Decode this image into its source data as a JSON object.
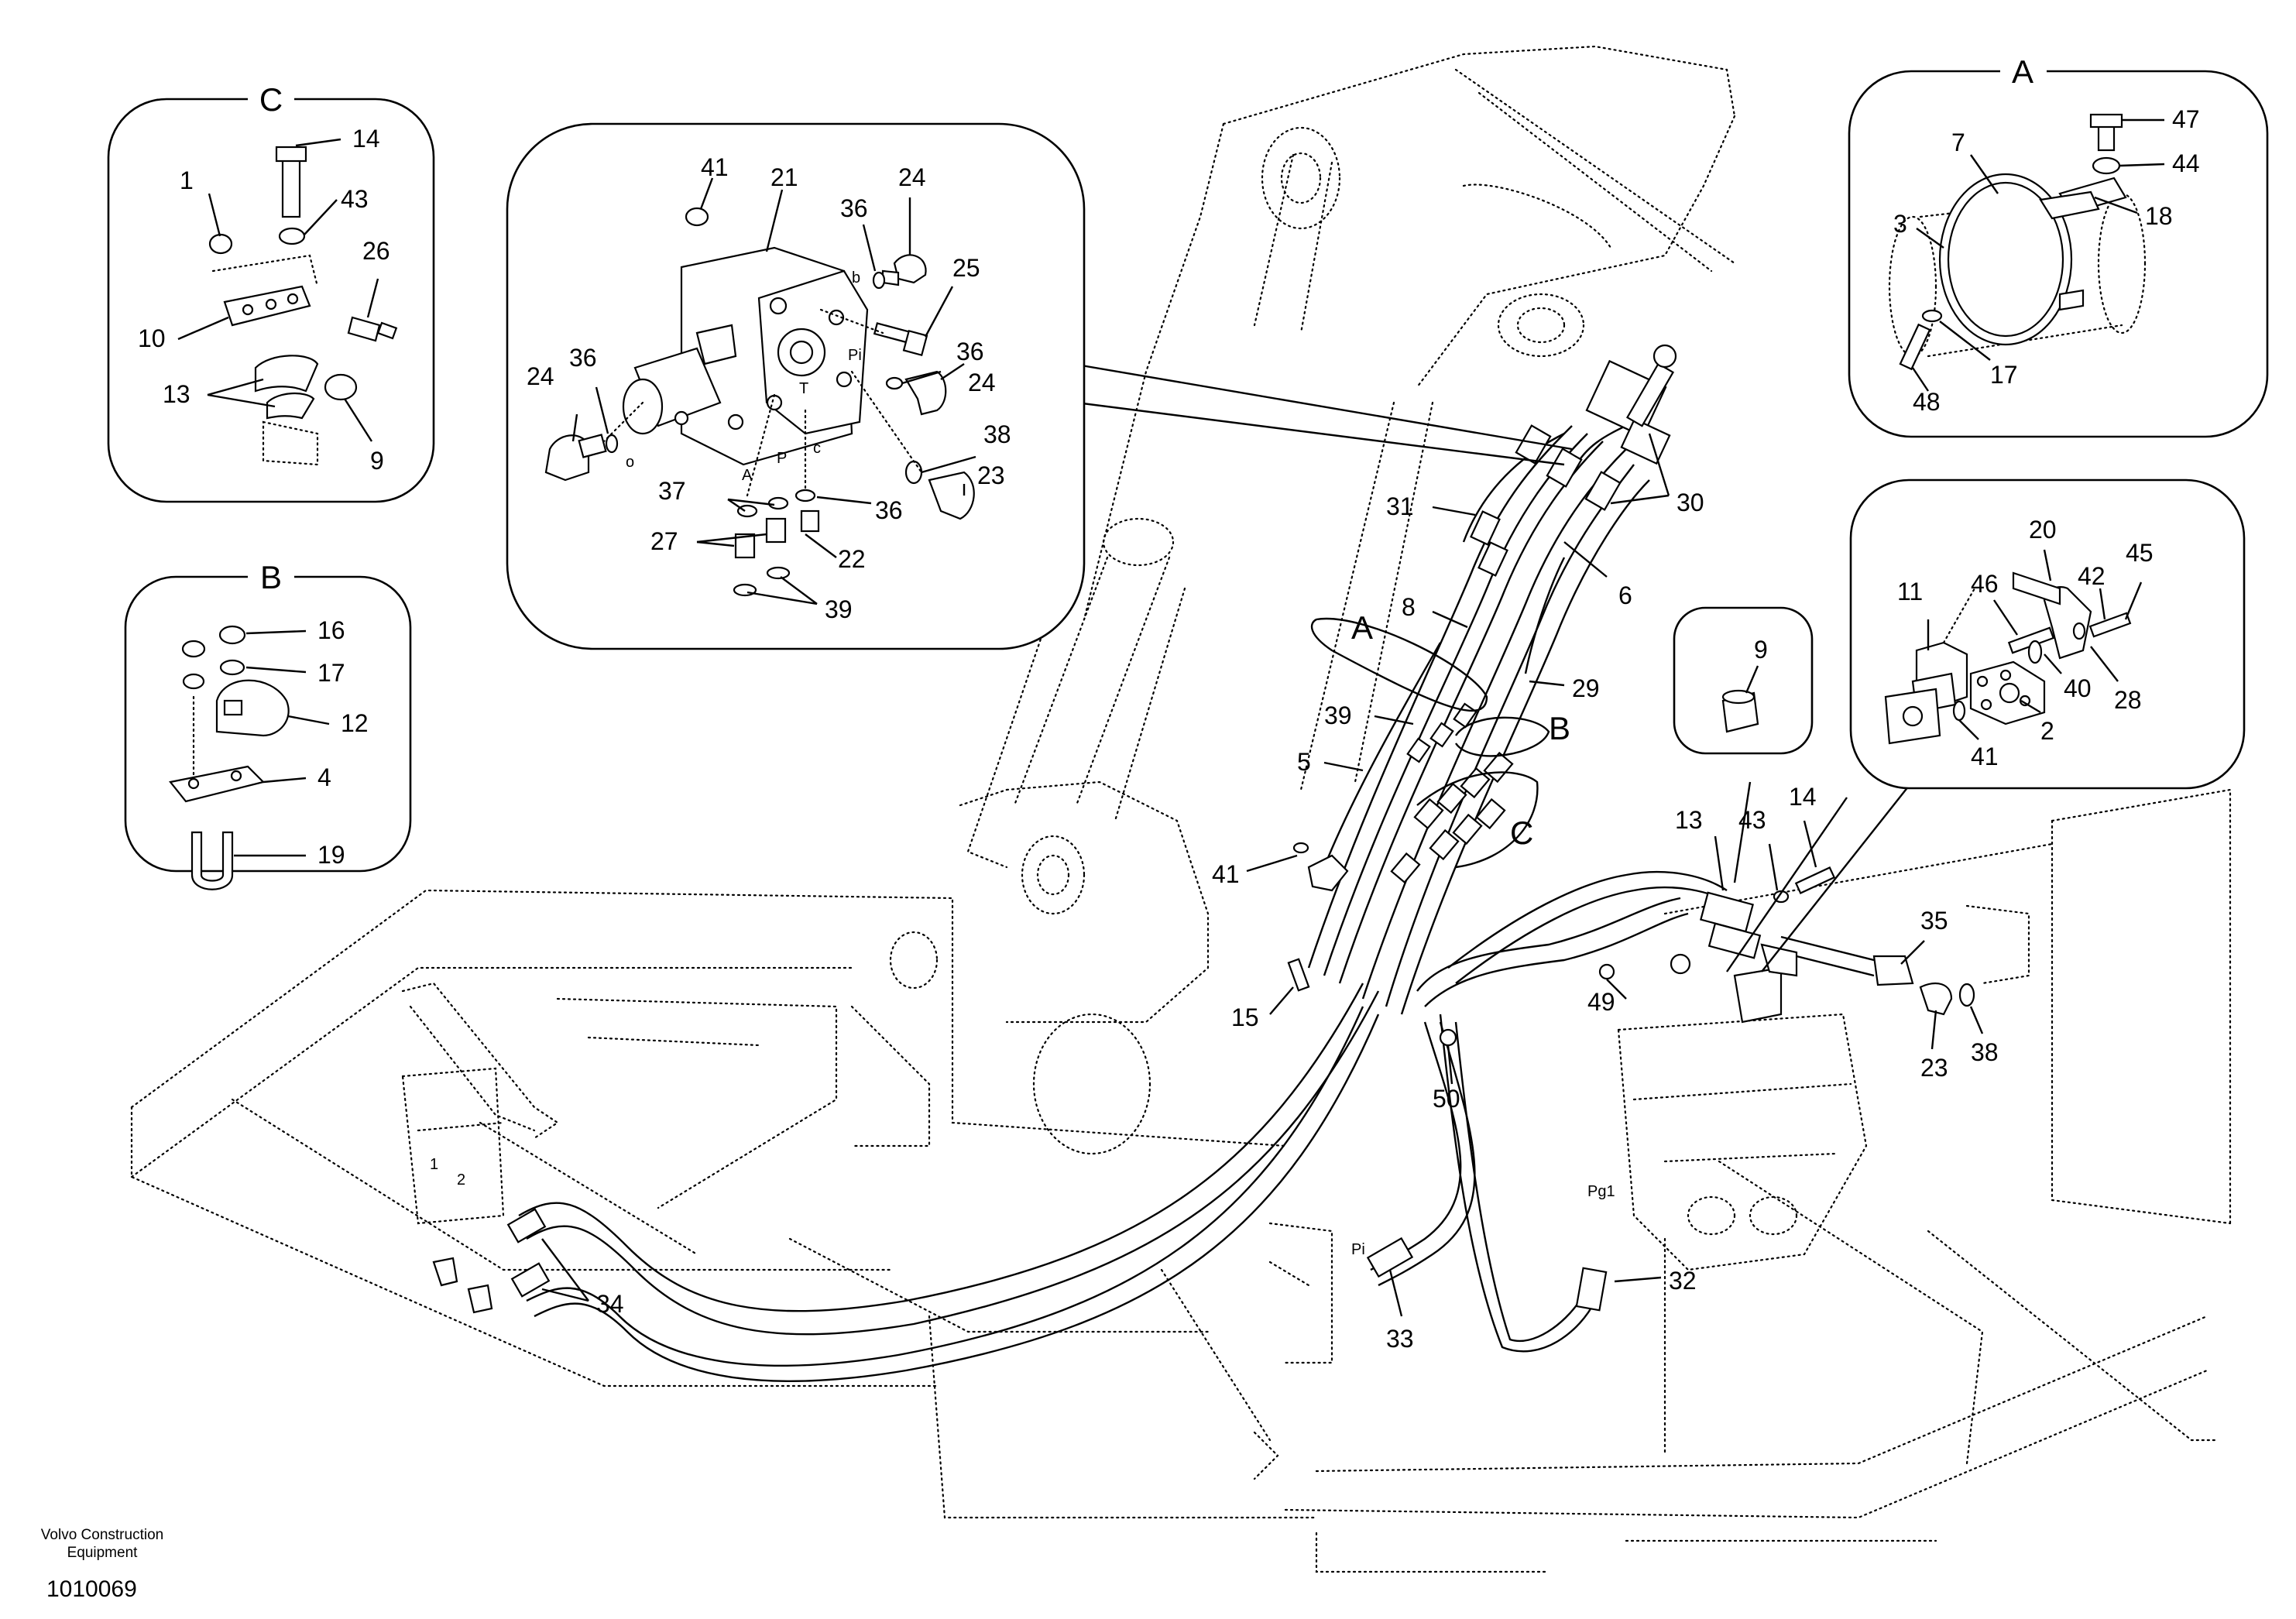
{
  "detail_c": {
    "letter": "C",
    "labels": {
      "n1": "1",
      "n14": "14",
      "n43": "43",
      "n26": "26",
      "n10": "10",
      "n13": "13",
      "n9": "9"
    }
  },
  "detail_b": {
    "letter": "B",
    "labels": {
      "n16": "16",
      "n17": "17",
      "n12": "12",
      "n4": "4",
      "n19": "19"
    }
  },
  "detail_a": {
    "letter": "A",
    "labels": {
      "n47": "47",
      "n44": "44",
      "n7": "7",
      "n18": "18",
      "n3": "3",
      "n17": "17",
      "n48": "48"
    }
  },
  "valve_inset": {
    "labels": {
      "n41": "41",
      "n21": "21",
      "n36a": "36",
      "n24a": "24",
      "n25": "25",
      "n24b": "24",
      "n36b": "36",
      "n36c": "36",
      "n24c": "24",
      "n38": "38",
      "n23": "23",
      "n37": "37",
      "n36d": "36",
      "n27": "27",
      "n22": "22",
      "n39": "39"
    },
    "ports": {
      "b": "b",
      "pi": "Pi",
      "o": "o",
      "t": "T",
      "a": "A",
      "p": "P",
      "c": "c"
    }
  },
  "fitting_inset": {
    "labels": {
      "n9": "9"
    }
  },
  "flange_inset": {
    "labels": {
      "n11": "11",
      "n46": "46",
      "n20": "20",
      "n42": "42",
      "n45": "45",
      "n28": "28",
      "n40": "40",
      "n2": "2",
      "n41": "41"
    }
  },
  "main": {
    "labels": {
      "n31": "31",
      "n30": "30",
      "n8": "8",
      "n6": "6",
      "n29": "29",
      "n39": "39",
      "n5": "5",
      "n41": "41",
      "n15": "15",
      "n13": "13",
      "n43": "43",
      "n14": "14",
      "n35": "35",
      "n49": "49",
      "n50": "50",
      "n23": "23",
      "n38": "38",
      "n32": "32",
      "n33": "33",
      "n34": "34"
    },
    "callouts": {
      "a": "A",
      "b": "B",
      "c": "C"
    },
    "ports": {
      "pi": "Pi",
      "pg1": "Pg1",
      "p1": "1",
      "p2": "2"
    }
  },
  "footer": {
    "company_line1": "Volvo Construction",
    "company_line2": "Equipment",
    "drawing_id": "1010069"
  }
}
